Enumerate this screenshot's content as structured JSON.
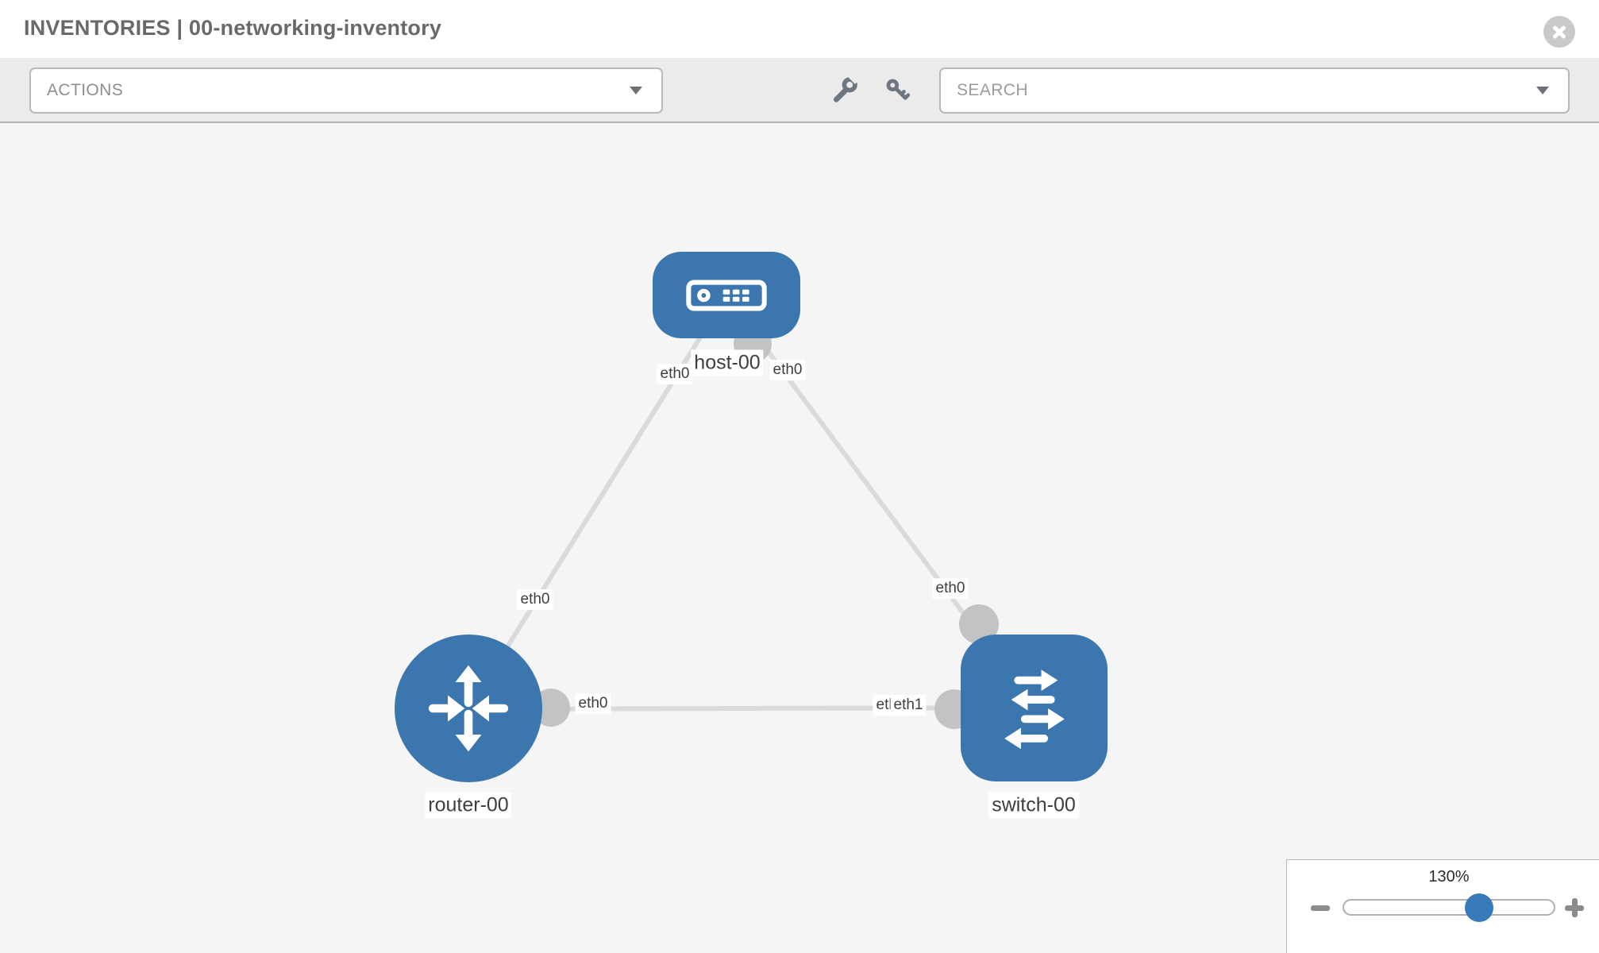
{
  "header": {
    "title": "INVENTORIES | 00-networking-inventory"
  },
  "toolbar": {
    "actions_label": "ACTIONS",
    "search_placeholder": "SEARCH"
  },
  "icons": [
    "close-icon",
    "chevron-down-icon",
    "wrench-icon",
    "key-icon",
    "host-icon",
    "router-icon",
    "switch-icon",
    "minus-icon",
    "plus-icon"
  ],
  "topology": {
    "nodes": [
      {
        "id": "host-00",
        "type": "host",
        "label": "host-00"
      },
      {
        "id": "router-00",
        "type": "router",
        "label": "router-00"
      },
      {
        "id": "switch-00",
        "type": "switch",
        "label": "switch-00"
      }
    ],
    "links": [
      {
        "from": "host-00",
        "from_interface": "eth0",
        "to": "router-00",
        "to_interface": "eth0"
      },
      {
        "from": "host-00",
        "from_interface": "eth0",
        "to": "switch-00",
        "to_interface": "eth0"
      },
      {
        "from": "router-00",
        "from_interface": "eth0",
        "to": "switch-00",
        "to_interface": "eth1"
      }
    ],
    "overlapping_labels": {
      "under": "eth0",
      "over": "eth1"
    }
  },
  "zoom_control": {
    "level": "130%"
  },
  "colors": {
    "node_blue": "#3c76af",
    "edge_gray": "#dadada",
    "endpoint_gray": "#c3c3c3",
    "toolbar_bg": "#ebebeb",
    "canvas_bg": "#f5f5f5",
    "knob_blue": "#3879b9",
    "title_gray": "#696969"
  }
}
